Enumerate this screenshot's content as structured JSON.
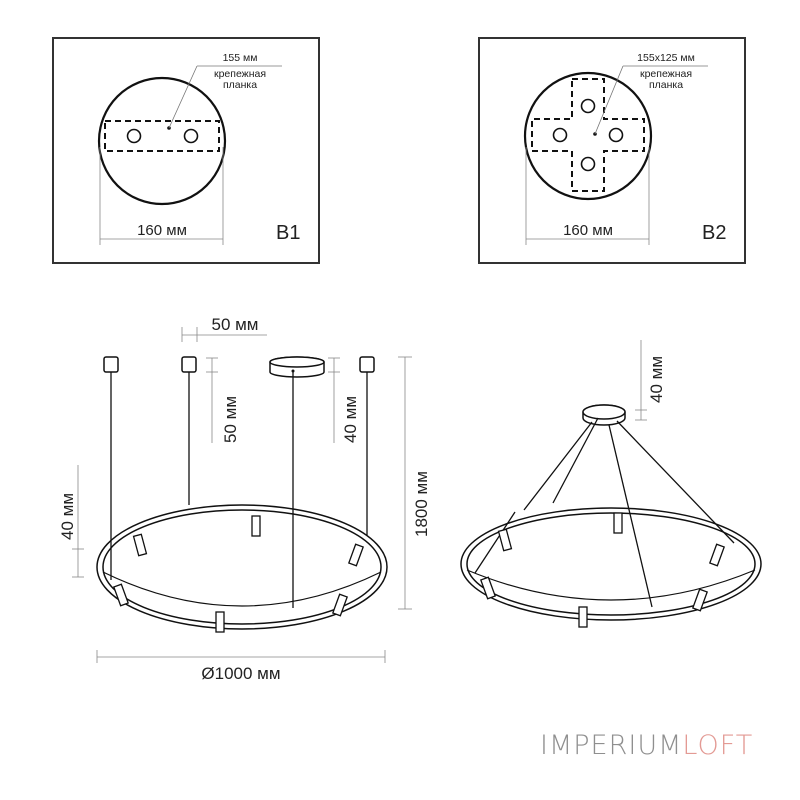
{
  "panels": [
    {
      "id": "B1",
      "label": "B1",
      "plate_size": "155 мм",
      "plate_name_line1": "крепежная",
      "plate_name_line2": "планка",
      "canopy_diameter": "160 мм",
      "plate_shape": "bar"
    },
    {
      "id": "B2",
      "label": "B2",
      "plate_size": "155x125 мм",
      "plate_name_line1": "крепежная",
      "plate_name_line2": "планка",
      "canopy_diameter": "160 мм",
      "plate_shape": "cross"
    }
  ],
  "front_view": {
    "spacing_top": "50 мм",
    "cap_height_left": "50 мм",
    "canopy_height": "40 мм",
    "ring_height": "40 мм",
    "total_height": "1800 мм",
    "diameter": "Ø1000 мм"
  },
  "perspective_view": {
    "canopy_height": "40 мм"
  },
  "brand": {
    "part1": "IMPERIUM",
    "part2": "LOFT",
    "color1": "#8f8f8f",
    "color2": "#e39a94"
  }
}
